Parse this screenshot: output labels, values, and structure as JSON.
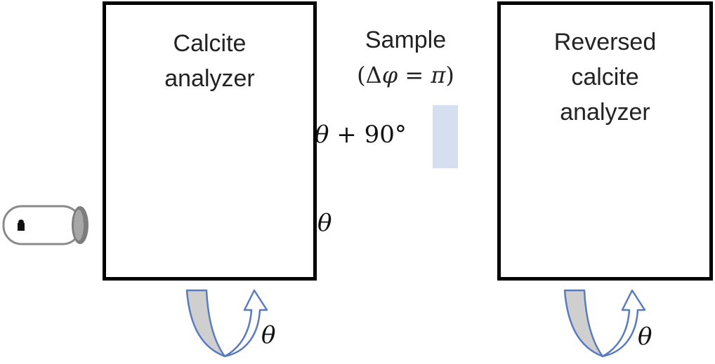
{
  "left_analyzer": {
    "label_lines": [
      "Calcite",
      "analyzer"
    ]
  },
  "right_analyzer": {
    "label_lines": [
      "Reversed",
      "calcite",
      "analyzer"
    ]
  },
  "sample": {
    "title": "Sample",
    "eq_open": "(Δ",
    "eq_phi": "φ",
    "eq_mid": " = ",
    "eq_pi": "π",
    "eq_close": ")",
    "plate_color": "#d6dff0"
  },
  "beam_angles": {
    "upper_symbol": "θ",
    "upper_rest": " + 90°",
    "lower_symbol": "θ"
  },
  "rotation": {
    "left_label": "θ",
    "right_label": "θ",
    "arrow_fill": "#cfcfcf",
    "arrow_stroke": "#5b7bbf"
  },
  "icons": {
    "source": "laser-source-icon",
    "rotation": "rotation-arrow-icon"
  }
}
